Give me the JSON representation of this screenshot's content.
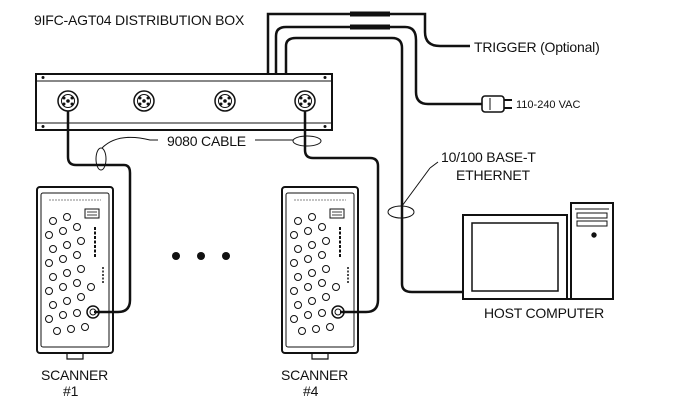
{
  "title": "9IFC-AGT04 DISTRIBUTION BOX",
  "labels": {
    "trigger": "TRIGGER (Optional)",
    "power": "110-240 VAC",
    "cable": "9080 CABLE",
    "ethernet_line1": "10/100 BASE-T",
    "ethernet_line2": "ETHERNET",
    "host": "HOST COMPUTER",
    "scanner1_line1": "SCANNER",
    "scanner1_line2": "#1",
    "scanner4_line1": "SCANNER",
    "scanner4_line2": "#4"
  },
  "colors": {
    "line": "#111111",
    "background": "#ffffff"
  }
}
